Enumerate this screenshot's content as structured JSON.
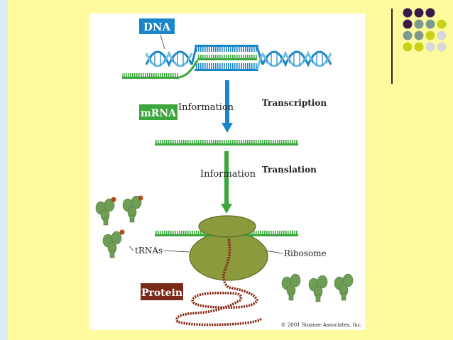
{
  "slide": {
    "colors": {
      "background": "#fdfb9e",
      "left_strip": "#d9ecf6",
      "dna_blue": "#1a86c8",
      "mrna_green": "#3aa63c",
      "protein_brown": "#7a2a16",
      "ribosome": "#8a9a3c"
    },
    "decor_dot_colors": [
      [
        "#3b1a4a",
        "#3b1a4a",
        "#3b1a4a",
        "#fdfb9e"
      ],
      [
        "#3b1a4a",
        "#7e9a8e",
        "#7e9a8e",
        "#c9d21a"
      ],
      [
        "#7e9a8e",
        "#7e9a8e",
        "#c9d21a",
        "#d8d8d8"
      ],
      [
        "#c9d21a",
        "#c9d21a",
        "#d8d8d8",
        "#d8d8d8"
      ]
    ]
  },
  "figure": {
    "dna_label": "DNA",
    "mrna_label": "mRNA",
    "protein_label": "Protein",
    "info1": "Information",
    "info2": "Information",
    "transcription": "Transcription",
    "translation": "Translation",
    "trnas": "tRNAs",
    "ribosome": "Ribosome",
    "copyright": "© 2001 Sinauer Associates, Inc."
  }
}
